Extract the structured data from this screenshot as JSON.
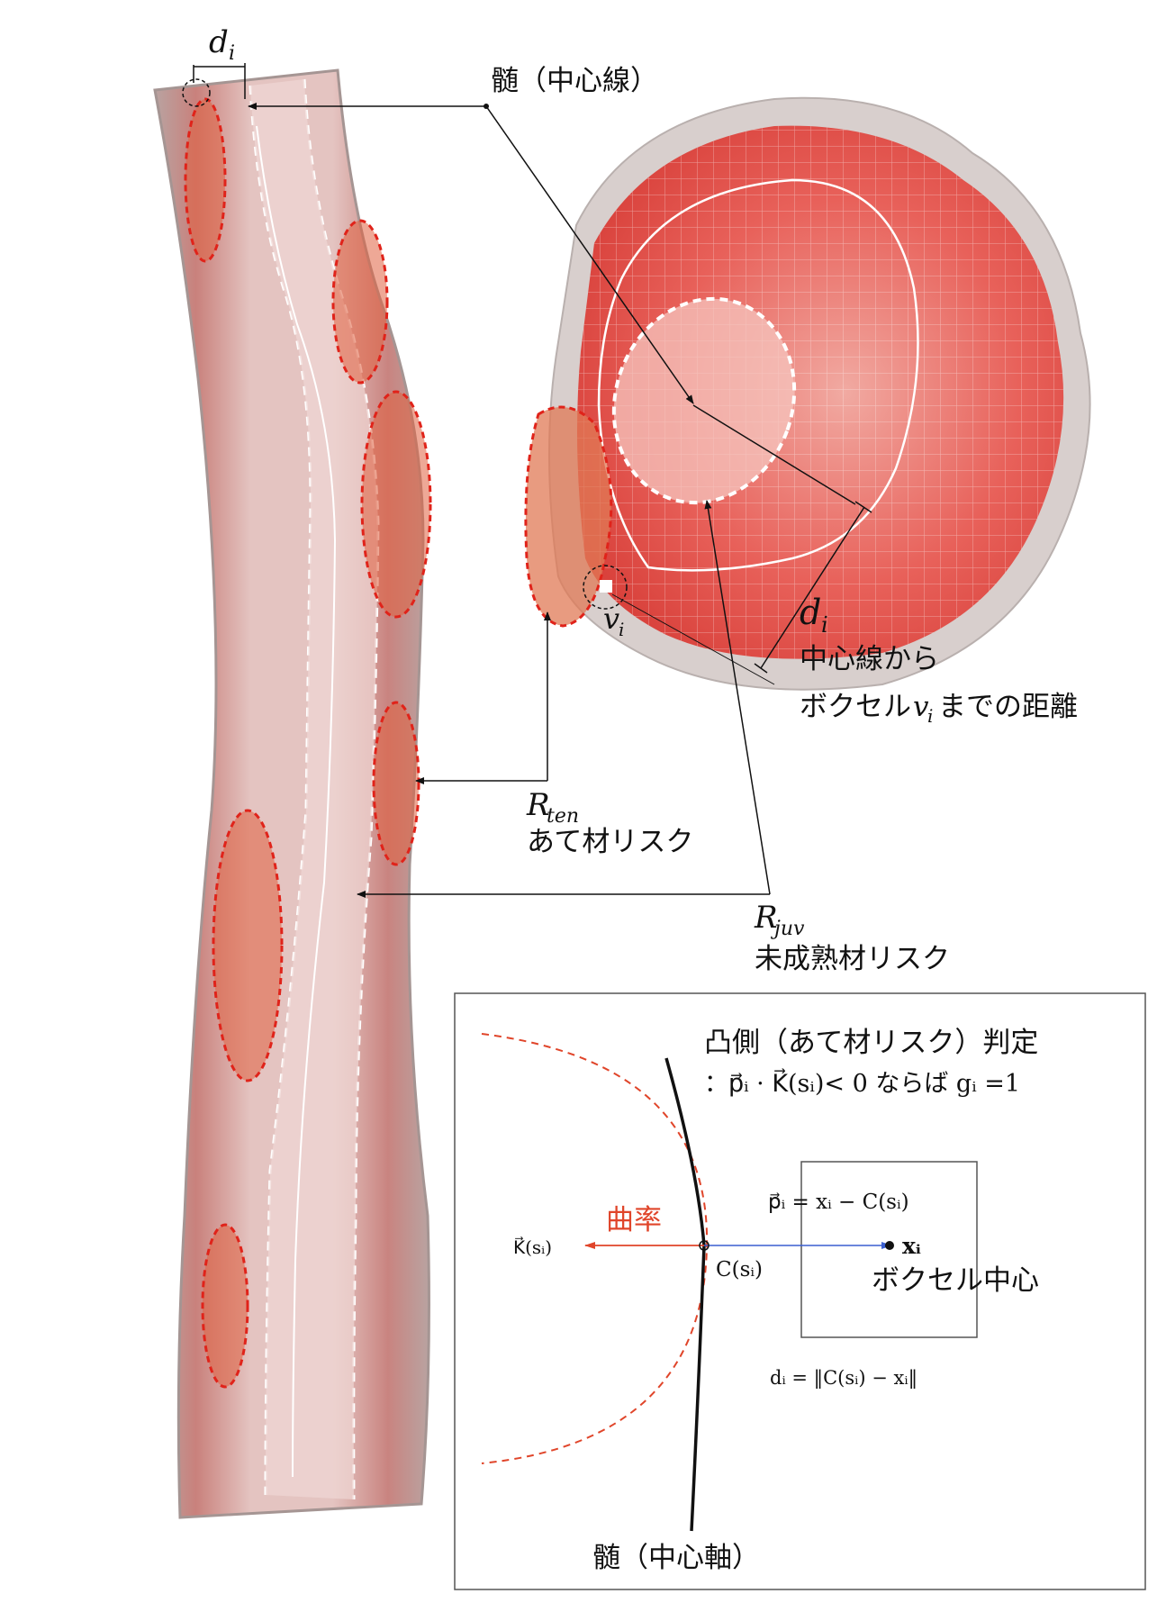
{
  "labels": {
    "pith_centerline": "髄（中心線）",
    "d_top": "d_i",
    "d_i": "d",
    "d_sub": "i",
    "dist_line1": "中心線から",
    "dist_line2a": "ボクセル",
    "dist_line2_v": "v",
    "dist_line2_sub": "i",
    "dist_line2b": "までの距離",
    "v_i": "v",
    "v_sub": "i",
    "R_ten": "R",
    "R_ten_sub": "ten",
    "R_ten_desc": "あて材リスク",
    "R_juv": "R",
    "R_juv_sub": "juv",
    "R_juv_desc": "未成熟材リスク"
  },
  "inset": {
    "title": "凸側（あて材リスク）判定",
    "condition": "：p⃗ᵢ · K⃗(sᵢ)< 0 ならば gᵢ =1",
    "curvature_label": "曲率",
    "K_label": "K⃗(sᵢ)",
    "C_label": "C(sᵢ)",
    "p_eq": "p⃗ᵢ = xᵢ − C(sᵢ)",
    "x_label": "xᵢ",
    "voxel_center": "ボクセル中心",
    "d_eq": "dᵢ = ‖C(sᵢ) − xᵢ‖",
    "pith_axis": "髄（中心軸）"
  },
  "colors": {
    "risk_red": "#e0452a",
    "wood_outer": "#c9a9a6",
    "wood_inner": "#e8cbc8",
    "arrow_blue": "#3a5fd0"
  }
}
